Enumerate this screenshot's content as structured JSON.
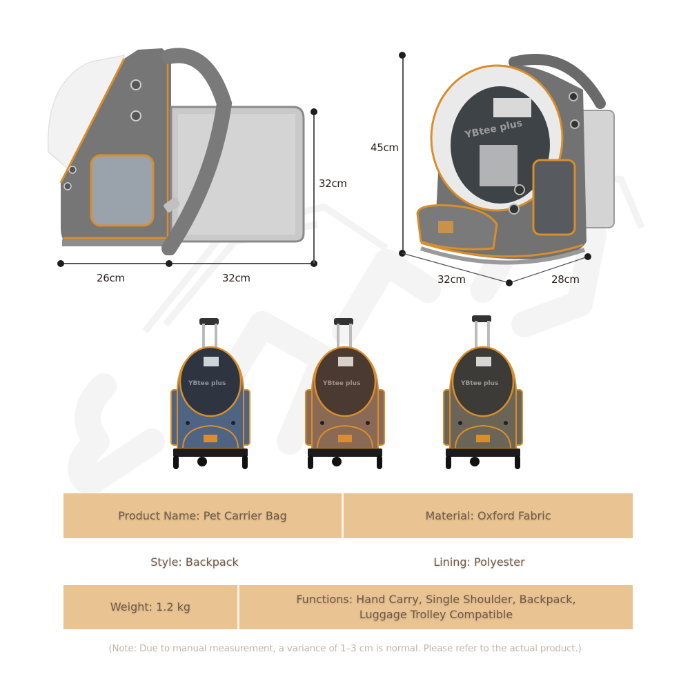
{
  "colors": {
    "table_fill": "#e9c392",
    "table_text": "#6d5a48",
    "note_text": "#c3b5a8",
    "dimension_text": "#2b211c",
    "accent_piping": "#d98e2b",
    "fabric_grey": "#6e6e6e",
    "fabric_blue": "#4e6482",
    "fabric_brown": "#8a6a55",
    "fabric_olive": "#6b6558"
  },
  "side_view": {
    "dimensions": {
      "base_left": "26cm",
      "base_right": "32cm",
      "height": "32cm"
    }
  },
  "front_view": {
    "dimensions": {
      "height": "45cm",
      "depth_left": "32cm",
      "width_right": "28cm"
    }
  },
  "color_variants": [
    {
      "name": "blue",
      "fabric": "#4e6482",
      "logo_text": "YBtee plus"
    },
    {
      "name": "brown",
      "fabric": "#8a6a55",
      "logo_text": "YBtee plus"
    },
    {
      "name": "grey",
      "fabric": "#6b6558",
      "logo_text": "YBtee plus"
    }
  ],
  "specs": {
    "product_name": "Product Name: Pet Carrier Bag",
    "material": "Material: Oxford Fabric",
    "style": "Style: Backpack",
    "lining": "Lining: Polyester",
    "weight": "Weight: 1.2 kg",
    "functions_line1": "Functions: Hand Carry, Single Shoulder, Backpack,",
    "functions_line2": "Luggage Trolley Compatible"
  },
  "note": "(Note: Due to manual measurement, a variance of 1–3 cm is normal. Please refer to the actual product.)"
}
